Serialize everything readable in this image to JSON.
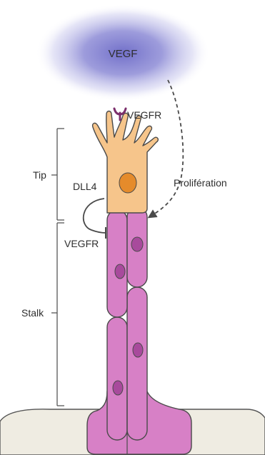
{
  "labels": {
    "vegf": "VEGF",
    "vegfr_tip": "VEGFR",
    "proliferation": "Prolifération",
    "tip": "Tip",
    "dll4": "DLL4",
    "vegfr_stalk": "VEGFR",
    "stalk": "Stalk"
  },
  "colors": {
    "vegf_cloud": "#6a68c6",
    "tip_cell_fill": "#f6c58b",
    "tip_nucleus": "#e58b2b",
    "stalk_cell_fill": "#d780c6",
    "stalk_nucleus": "#a84a9c",
    "receptor": "#7c2f6b",
    "ground": "#efece2",
    "outline": "#4a4a4a"
  }
}
